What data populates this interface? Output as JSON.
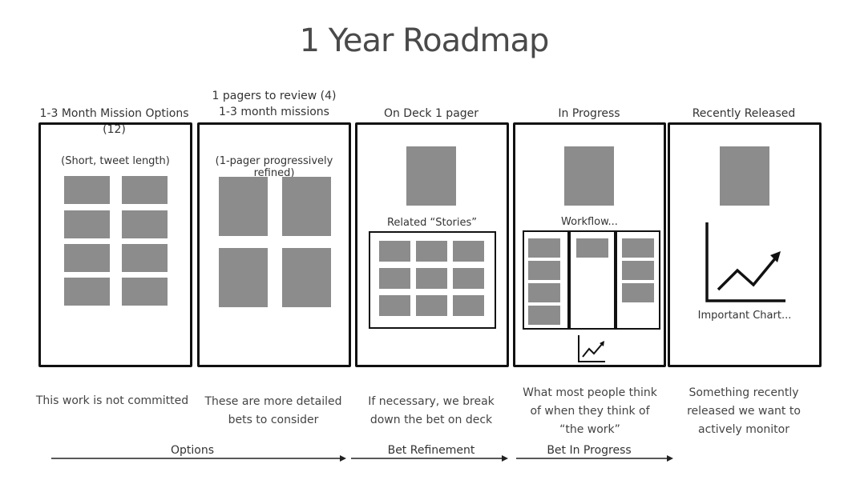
{
  "title": "1 Year Roadmap",
  "columns": [
    {
      "heading": [
        "1-3 Month Mission Options (12)"
      ],
      "subtitle": "(Short, tweet length)"
    },
    {
      "heading": [
        "1 pagers to review (4)",
        "1-3 month missions"
      ],
      "subtitle": "(1-pager progressively refined)"
    },
    {
      "heading": [
        "On Deck 1 pager"
      ],
      "subtitle": "Related “Stories”"
    },
    {
      "heading": [
        "In Progress"
      ],
      "subtitle": "Workflow..."
    },
    {
      "heading": [
        "Recently Released"
      ],
      "subtitle": "Important Chart..."
    }
  ],
  "notes": [
    [
      "This work is not committed"
    ],
    [
      "These are more detailed",
      "bets to consider"
    ],
    [
      "If necessary, we break",
      "down the bet on deck"
    ],
    [
      "What most people think",
      "of when they think of",
      "“the work”"
    ],
    [
      "Something recently",
      "released we want to",
      "actively monitor"
    ]
  ],
  "phases": {
    "options": "Options",
    "bet_refinement": "Bet Refinement",
    "bet_in_progress": "Bet In Progress"
  }
}
